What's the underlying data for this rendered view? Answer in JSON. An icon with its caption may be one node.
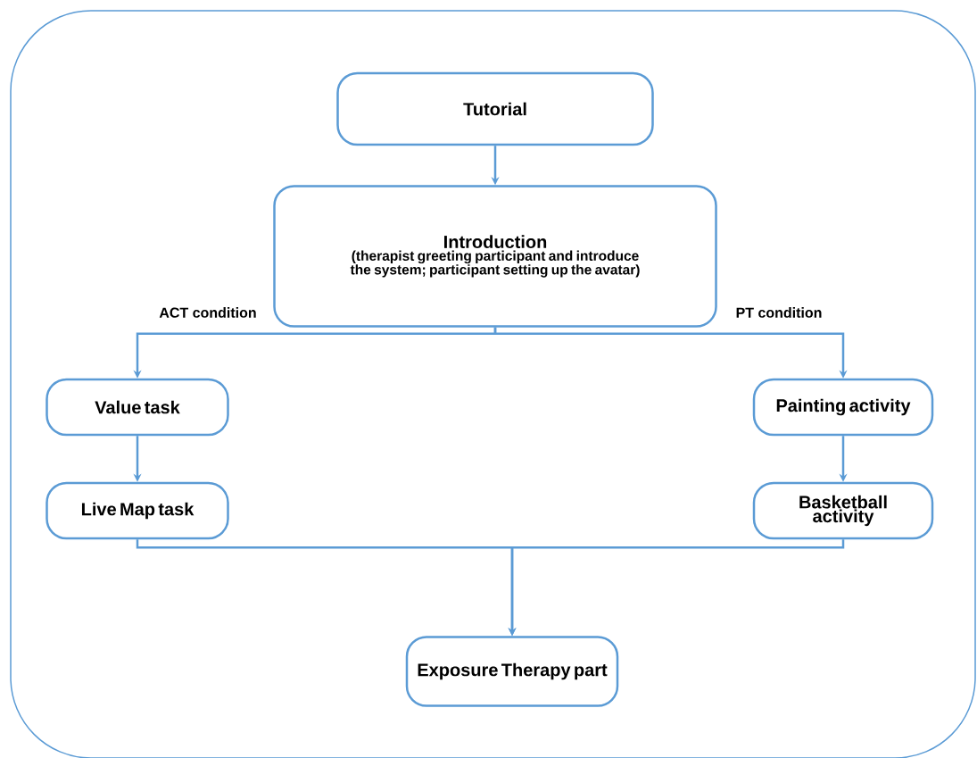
{
  "diagram": {
    "nodes": [
      {
        "text": [
          "Tutorial"
        ]
      },
      {
        "text": [
          "Introduction",
          "(therapist greeting participant and introduce the system; participant setting up the avatar)"
        ]
      },
      {
        "text": [
          "Value task"
        ]
      },
      {
        "text": [
          "Live Map task"
        ]
      },
      {
        "text": [
          "Painting activity"
        ]
      },
      {
        "text": [
          "Basketball activity"
        ]
      },
      {
        "text": [
          "Exposure Therapy part"
        ]
      }
    ],
    "edges": [
      {
        "from": 0,
        "to": 1,
        "arrow": "to"
      },
      {
        "from": 1,
        "to": 2,
        "arrow": "to",
        "label": "ACT condition"
      },
      {
        "from": 1,
        "to": 4,
        "arrow": "to",
        "label": "PT condition"
      },
      {
        "from": 2,
        "to": 3,
        "arrow": "to"
      },
      {
        "from": 4,
        "to": 5,
        "arrow": "to"
      },
      {
        "from": 3,
        "to": 6,
        "arrow": "to"
      },
      {
        "from": 5,
        "to": 6,
        "arrow": "to"
      }
    ]
  }
}
